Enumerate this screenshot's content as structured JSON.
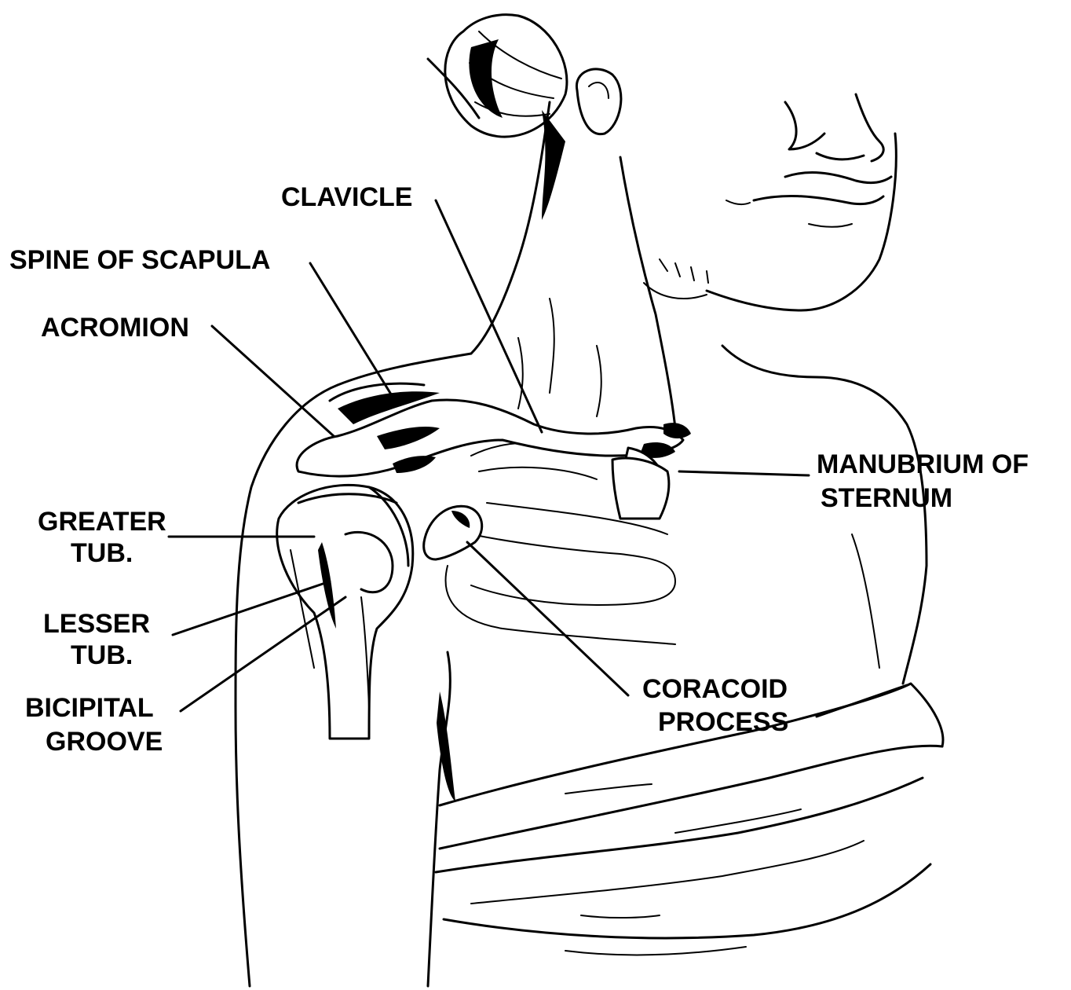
{
  "labels": {
    "clavicle": "CLAVICLE",
    "spine_of_scapula": "SPINE OF SCAPULA",
    "acromion": "ACROMION",
    "greater_tub_1": "GREATER",
    "greater_tub_2": "TUB.",
    "lesser_tub_1": "LESSER",
    "lesser_tub_2": "TUB.",
    "bicipital_1": "BICIPITAL",
    "bicipital_2": "GROOVE",
    "manubrium_1": "MANUBRIUM OF",
    "manubrium_2": "STERNUM",
    "coracoid_1": "CORACOID",
    "coracoid_2": "PROCESS"
  }
}
